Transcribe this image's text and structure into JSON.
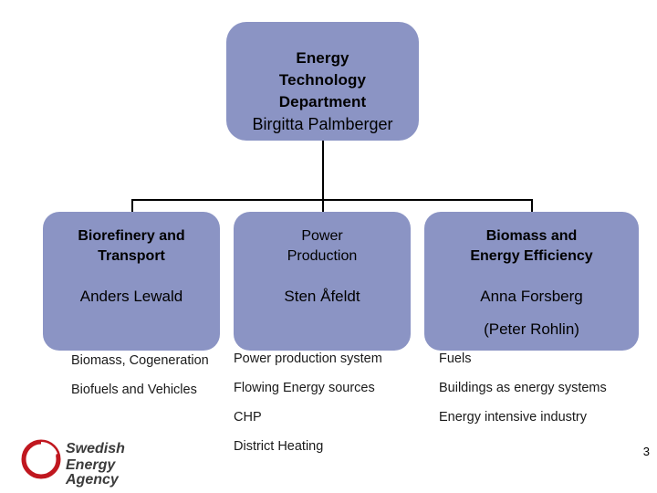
{
  "root": {
    "title": "Energy\nTechnology\nDepartment",
    "title_lines": [
      "Energy",
      "Technology",
      "Department"
    ],
    "manager": "Birgitta Palmberger"
  },
  "units": [
    {
      "title_lines": [
        "Biorefinery and",
        "Transport"
      ],
      "manager": "Anders Lewald",
      "sub_manager": "",
      "topics": [
        "Biomass, Cogeneration",
        "Biofuels and Vehicles"
      ]
    },
    {
      "title_lines": [
        "Power",
        "Production"
      ],
      "manager": "Sten Åfeldt",
      "sub_manager": "",
      "topics": [
        "Power production system",
        "Flowing Energy sources",
        "CHP",
        "District Heating"
      ]
    },
    {
      "title_lines": [
        "Biomass and",
        "Energy Efficiency"
      ],
      "manager": "Anna Forsberg",
      "sub_manager": "(Peter Rohlin)",
      "topics": [
        "Fuels",
        "Buildings as energy systems",
        "Energy intensive industry"
      ]
    }
  ],
  "logo": {
    "line1": "Swedish",
    "line2": "Energy Agency",
    "mark": "swedish-energy-agency-logo"
  },
  "page_number": "3",
  "colors": {
    "box_fill": "#8b94c4",
    "connector": "#000000",
    "logo_red": "#c0171f",
    "logo_text": "#3b3b3b"
  }
}
